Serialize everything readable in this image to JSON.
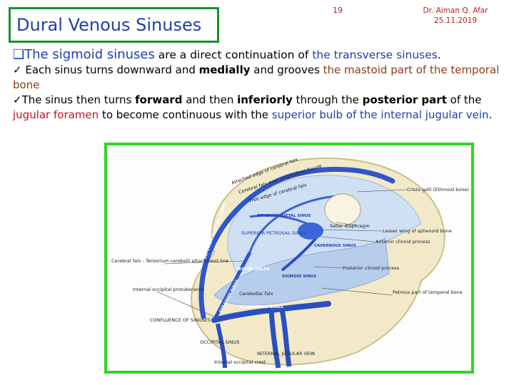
{
  "header": {
    "title": "Dural Venous Sinuses",
    "slide_number": "19",
    "author_line1": "Dr. Aiman Q. Afar",
    "author_line2": "25.11.2019"
  },
  "content": {
    "bullet1_marker": "q",
    "bullet1_part1": "The sigmoid sinuses",
    "bullet1_part2": " are a direct continuation of ",
    "bullet1_part3": "the transverse sinuses",
    "bullet1_part4": ".",
    "bullet2_marker": "ü",
    "bullet2_part1": " Each sinus turns downward and ",
    "bullet2_part2": "medially",
    "bullet2_part3": " and grooves ",
    "bullet2_part4": "the mastoid part of the temporal bone",
    "bullet3_marker": "ü",
    "bullet3_part1": "The sinus then turns ",
    "bullet3_part2": "forward",
    "bullet3_part3": " and then ",
    "bullet3_part4": "inferiorly",
    "bullet3_part5": " through the ",
    "bullet3_part6": "posterior part",
    "bullet3_part7": " of the ",
    "bullet3_part8": "jugular foramen",
    "bullet3_part9": " to become continuous with the ",
    "bullet3_part10": "superior bulb of the internal jugular vein",
    "bullet3_part11": "."
  },
  "figure": {
    "labels": {
      "crista_galli": "Crista galli (Ethmoid bone)",
      "sellar_diaphragm": "Sellar diaphragm",
      "lesser_wing": "Lesser wing of sphenoid bone",
      "anterior_clinoid": "Anterior clinoid process",
      "posterior_clinoid": "Posterior clinoid process",
      "petrous_part": "Petrous part of temporal bone",
      "cerebral_falx_tentorium": "Cerebral falx - Tentorium cerebelli attachment line",
      "internal_occipital_protuberance": "Internal occipital protuberance",
      "confluence": "CONFLUENCE OF SINUSES",
      "occipital_sinus": "OCCIPITAL SINUS",
      "internal_occipital_crest": "Internal occipital crest",
      "cerebellar_falx": "Cerebellar falx",
      "vein_of_galen": "VEIN OF GALEN",
      "cavernous_sinus": "CAVERNOUS SINUS",
      "sigmoid_sinus": "SIGMOID SINUS",
      "transverse_sinus": "TRANSVERSE SINUS",
      "internal_jugular_vein": "INTERNAL JUGULAR VEIN",
      "superior_sagittal_sinus": "SUPERIOR SAGITTAL SINUS",
      "straight_sinus": "STRAIGHT SINUS",
      "sphenoparietal_sinus": "SPHENOPARIETAL SINUS",
      "petrosal_sinus": "SUPERIOR PETROSAL SINUS",
      "attached_cerebral_falx": "Attached edge of cerebral falx",
      "cerebral_falx_longitudinal": "Cerebral falx over longitudinal fissure",
      "free_edge_falx": "Free edge of cerebral falx"
    }
  }
}
